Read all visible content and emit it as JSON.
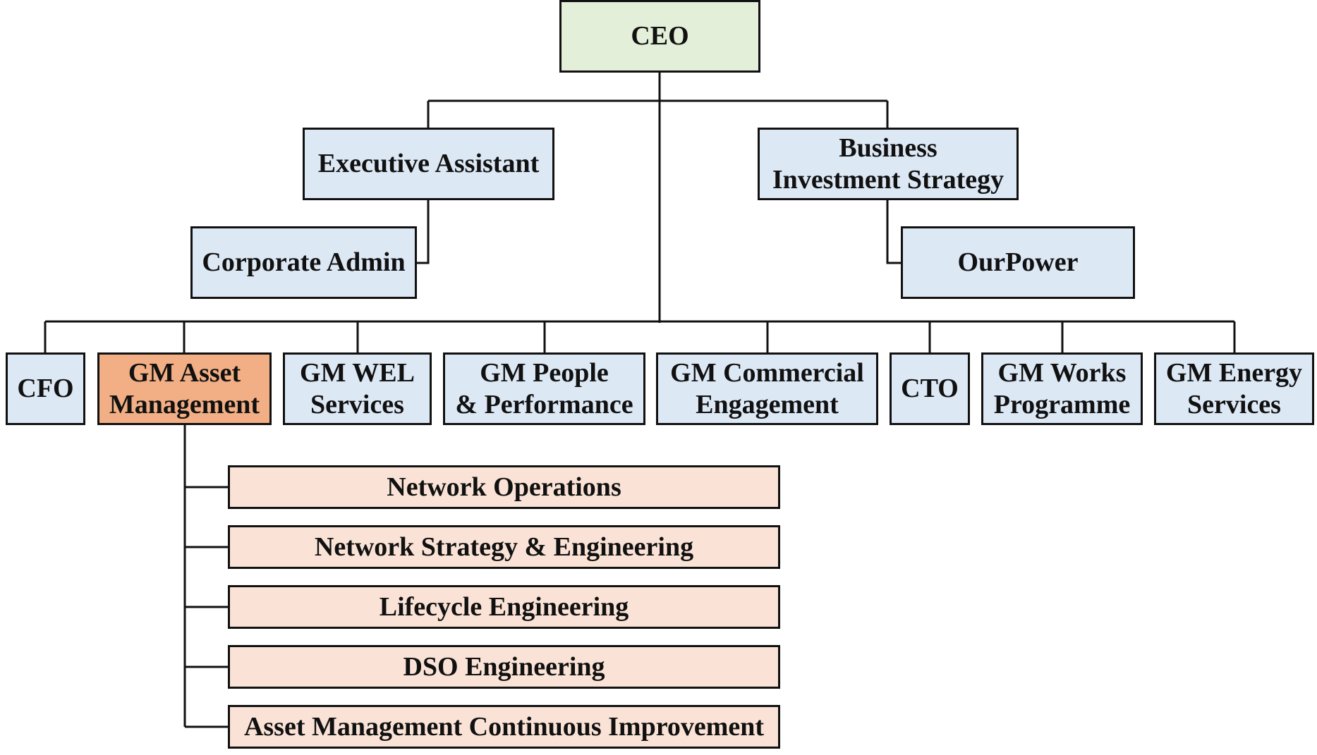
{
  "colors": {
    "ceo_fill": "#e3efd9",
    "exec_fill": "#dde8f5",
    "highlight_fill": "#f2ae84",
    "sub_fill": "#fae3d6",
    "line": "#111111"
  },
  "ceo": {
    "label": "CEO"
  },
  "executive_assistant": {
    "label": "Executive Assistant"
  },
  "corporate_admin": {
    "label": "Corporate Admin"
  },
  "business_investment": {
    "label": "Business\nInvestment Strategy"
  },
  "ourpower": {
    "label": "OurPower"
  },
  "gm": [
    {
      "label": "CFO"
    },
    {
      "label": "GM Asset\nManagement"
    },
    {
      "label": "GM WEL\nServices"
    },
    {
      "label": "GM People\n& Performance"
    },
    {
      "label": "GM Commercial\nEngagement"
    },
    {
      "label": "CTO"
    },
    {
      "label": "GM Works\nProgramme"
    },
    {
      "label": "GM Energy\nServices"
    }
  ],
  "asset_mgmt_units": [
    {
      "label": "Network Operations"
    },
    {
      "label": "Network Strategy & Engineering"
    },
    {
      "label": "Lifecycle Engineering"
    },
    {
      "label": "DSO Engineering"
    },
    {
      "label": "Asset Management Continuous Improvement"
    }
  ]
}
